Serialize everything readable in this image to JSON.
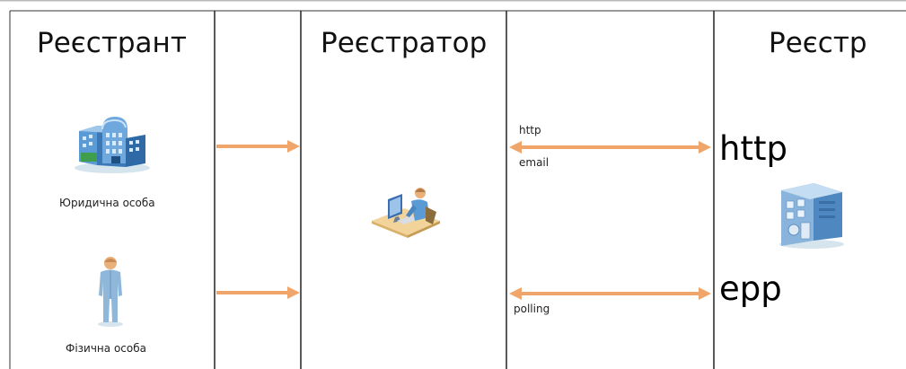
{
  "columns": {
    "registrant": {
      "title": "Реєстрант"
    },
    "registrar": {
      "title": "Реєстратор"
    },
    "registry": {
      "title": "Реєстр"
    }
  },
  "registrant_entities": {
    "legal": {
      "label": "Юридична особа",
      "icon": "office-building-icon"
    },
    "natural": {
      "label": "Фізична особа",
      "icon": "person-icon"
    }
  },
  "registrar_icon": "operator-at-computer-icon",
  "registry_icon": "registry-server-building-icon",
  "connections": {
    "top": {
      "label_above": "http",
      "label_below": "email",
      "protocol": "http"
    },
    "bottom": {
      "label_below": "polling",
      "protocol": "epp"
    }
  },
  "colors": {
    "arrow": "#F0A56A",
    "border": "#222222"
  }
}
